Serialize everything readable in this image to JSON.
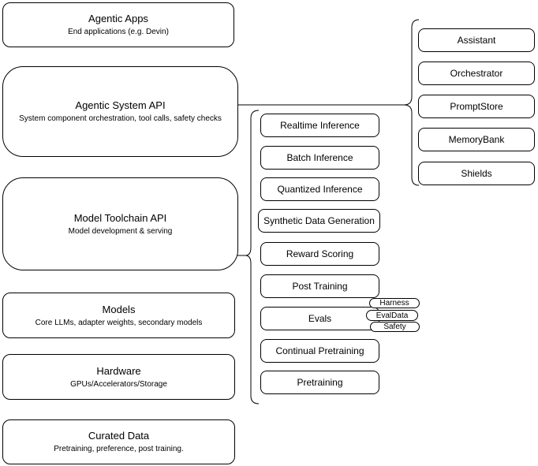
{
  "diagram": {
    "left_stack": [
      {
        "title": "Agentic Apps",
        "subtitle": "End applications (e.g. Devin)"
      },
      {
        "title": "Agentic System API",
        "subtitle": "System component orchestration, tool calls, safety checks"
      },
      {
        "title": "Model Toolchain API",
        "subtitle": "Model development & serving"
      },
      {
        "title": "Models",
        "subtitle": "Core LLMs, adapter weights, secondary models"
      },
      {
        "title": "Hardware",
        "subtitle": "GPUs/Accelerators/Storage"
      },
      {
        "title": "Curated Data",
        "subtitle": "Pretraining, preference, post training."
      }
    ],
    "toolchain_components": [
      "Realtime Inference",
      "Batch Inference",
      "Quantized Inference",
      "Synthetic Data Generation",
      "Reward Scoring",
      "Post Training",
      "Evals",
      "Continual Pretraining",
      "Pretraining"
    ],
    "evals_badges": [
      "Harness",
      "EvalData",
      "Safety"
    ],
    "system_components": [
      "Assistant",
      "Orchestrator",
      "PromptStore",
      "MemoryBank",
      "Shields"
    ],
    "colors": {
      "stroke": "#000000",
      "background": "#ffffff"
    }
  }
}
